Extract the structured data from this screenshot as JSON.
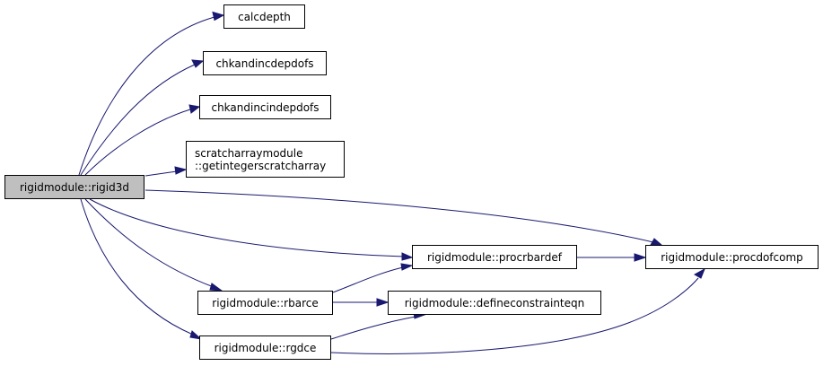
{
  "root": {
    "label": "rigidmodule::rigid3d"
  },
  "callees": {
    "calcdepth": {
      "label": "calcdepth"
    },
    "chkandincdepdofs": {
      "label": "chkandincdepdofs"
    },
    "chkandincindepdofs": {
      "label": "chkandincindepdofs"
    },
    "getintegerscratcharray": {
      "line1": "scratcharraymodule",
      "line2": "::getintegerscratcharray"
    },
    "procrbardef": {
      "label": "rigidmodule::procrbardef"
    },
    "procdofcomp": {
      "label": "rigidmodule::procdofcomp"
    },
    "rbarce": {
      "label": "rigidmodule::rbarce"
    },
    "defineconstrainteqn": {
      "label": "rigidmodule::defineconstrainteqn"
    },
    "rgdce": {
      "label": "rigidmodule::rgdce"
    }
  },
  "edges": [
    [
      "rigid3d",
      "calcdepth"
    ],
    [
      "rigid3d",
      "chkandincdepdofs"
    ],
    [
      "rigid3d",
      "chkandincindepdofs"
    ],
    [
      "rigid3d",
      "getintegerscratcharray"
    ],
    [
      "rigid3d",
      "procdofcomp"
    ],
    [
      "rigid3d",
      "procrbardef"
    ],
    [
      "rigid3d",
      "rbarce"
    ],
    [
      "rigid3d",
      "rgdce"
    ],
    [
      "procrbardef",
      "procdofcomp"
    ],
    [
      "rbarce",
      "procrbardef"
    ],
    [
      "rbarce",
      "defineconstrainteqn"
    ],
    [
      "rgdce",
      "defineconstrainteqn"
    ],
    [
      "rgdce",
      "procdofcomp"
    ]
  ],
  "colors": {
    "edge": "#191970",
    "root_fill": "#bfbfbf",
    "node_fill": "#ffffff",
    "border": "#000000"
  }
}
